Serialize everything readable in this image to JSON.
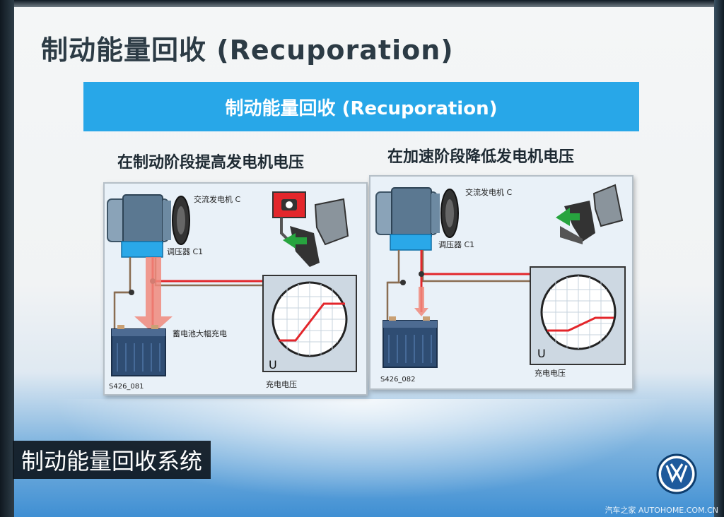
{
  "slide": {
    "title": "制动能量回收 (Recuporation)",
    "banner": "制动能量回收 (Recuporation)"
  },
  "panels": [
    {
      "heading": "在制动阶段提高发电机电压",
      "alternator_label": "交流发电机 C",
      "regulator_label": "调压器 C1",
      "battery_label": "蓄电池大幅充电",
      "figure_code": "S426_081",
      "gauge_axis": "U",
      "gauge_label": "充电电压",
      "pedal": "brake"
    },
    {
      "heading": "在加速阶段降低发电机电压",
      "alternator_label": "交流发电机 C",
      "regulator_label": "调压器 C1",
      "figure_code": "S426_082",
      "gauge_axis": "U",
      "gauge_label": "充电电压",
      "pedal": "accelerator"
    }
  ],
  "caption": "制动能量回收系统",
  "watermark": "汽车之家 AUTOHOME.COM.CN",
  "colors": {
    "banner": "#28a7e8",
    "circuit_red": "#e3262b",
    "charge_arrow": "#f08a7c",
    "battery": "#2f4d73",
    "pedal_arrow": "#27a43f"
  },
  "icons": [
    "alternator-icon",
    "battery-icon",
    "brake-pedal-icon",
    "accelerator-pedal-icon",
    "vw-logo-icon"
  ]
}
